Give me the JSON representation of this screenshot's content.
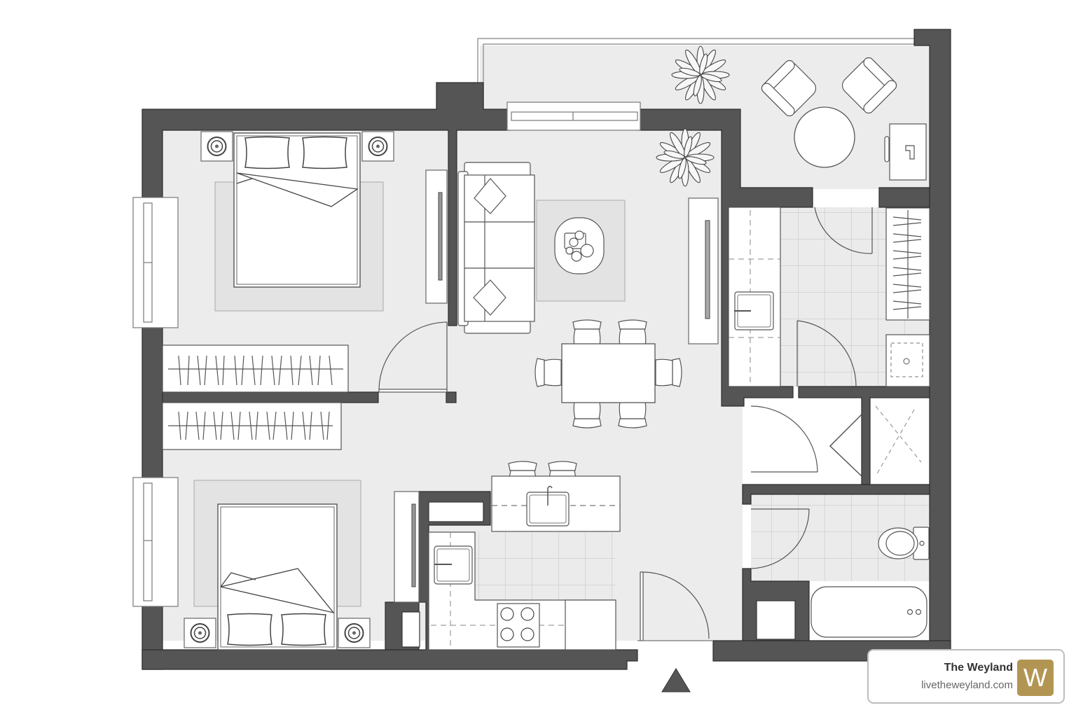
{
  "brand": {
    "name": "The Weyland",
    "url": "livetheweyland.com",
    "logo_letter": "W",
    "accent_color": "#b39553"
  },
  "plan": {
    "type": "2-bedroom apartment floor plan",
    "wall_color": "#555555",
    "floor_color": "#ececec",
    "rooms": [
      {
        "id": "bedroom-1",
        "furniture": [
          "double-bed",
          "nightstand",
          "nightstand",
          "rug",
          "wardrobe",
          "tv-console"
        ]
      },
      {
        "id": "bedroom-2",
        "furniture": [
          "double-bed",
          "nightstand",
          "nightstand",
          "rug",
          "wardrobe",
          "tv-console"
        ]
      },
      {
        "id": "living-room",
        "furniture": [
          "sofa",
          "coffee-table",
          "rug",
          "tv-console",
          "plant"
        ]
      },
      {
        "id": "dining",
        "furniture": [
          "dining-table",
          "chair",
          "chair",
          "chair",
          "chair",
          "chair",
          "chair"
        ]
      },
      {
        "id": "kitchen",
        "furniture": [
          "island-sink",
          "bar-stool",
          "bar-stool",
          "sink",
          "cooktop",
          "refrigerator"
        ]
      },
      {
        "id": "balcony",
        "furniture": [
          "armchair",
          "armchair",
          "round-table",
          "plant",
          "plant",
          "utility-sink"
        ]
      },
      {
        "id": "laundry",
        "furniture": [
          "sink",
          "shelving",
          "washer"
        ]
      },
      {
        "id": "closet",
        "furniture": []
      },
      {
        "id": "bathroom",
        "furniture": [
          "toilet",
          "bathtub"
        ]
      }
    ],
    "entry_marker": "triangle"
  }
}
